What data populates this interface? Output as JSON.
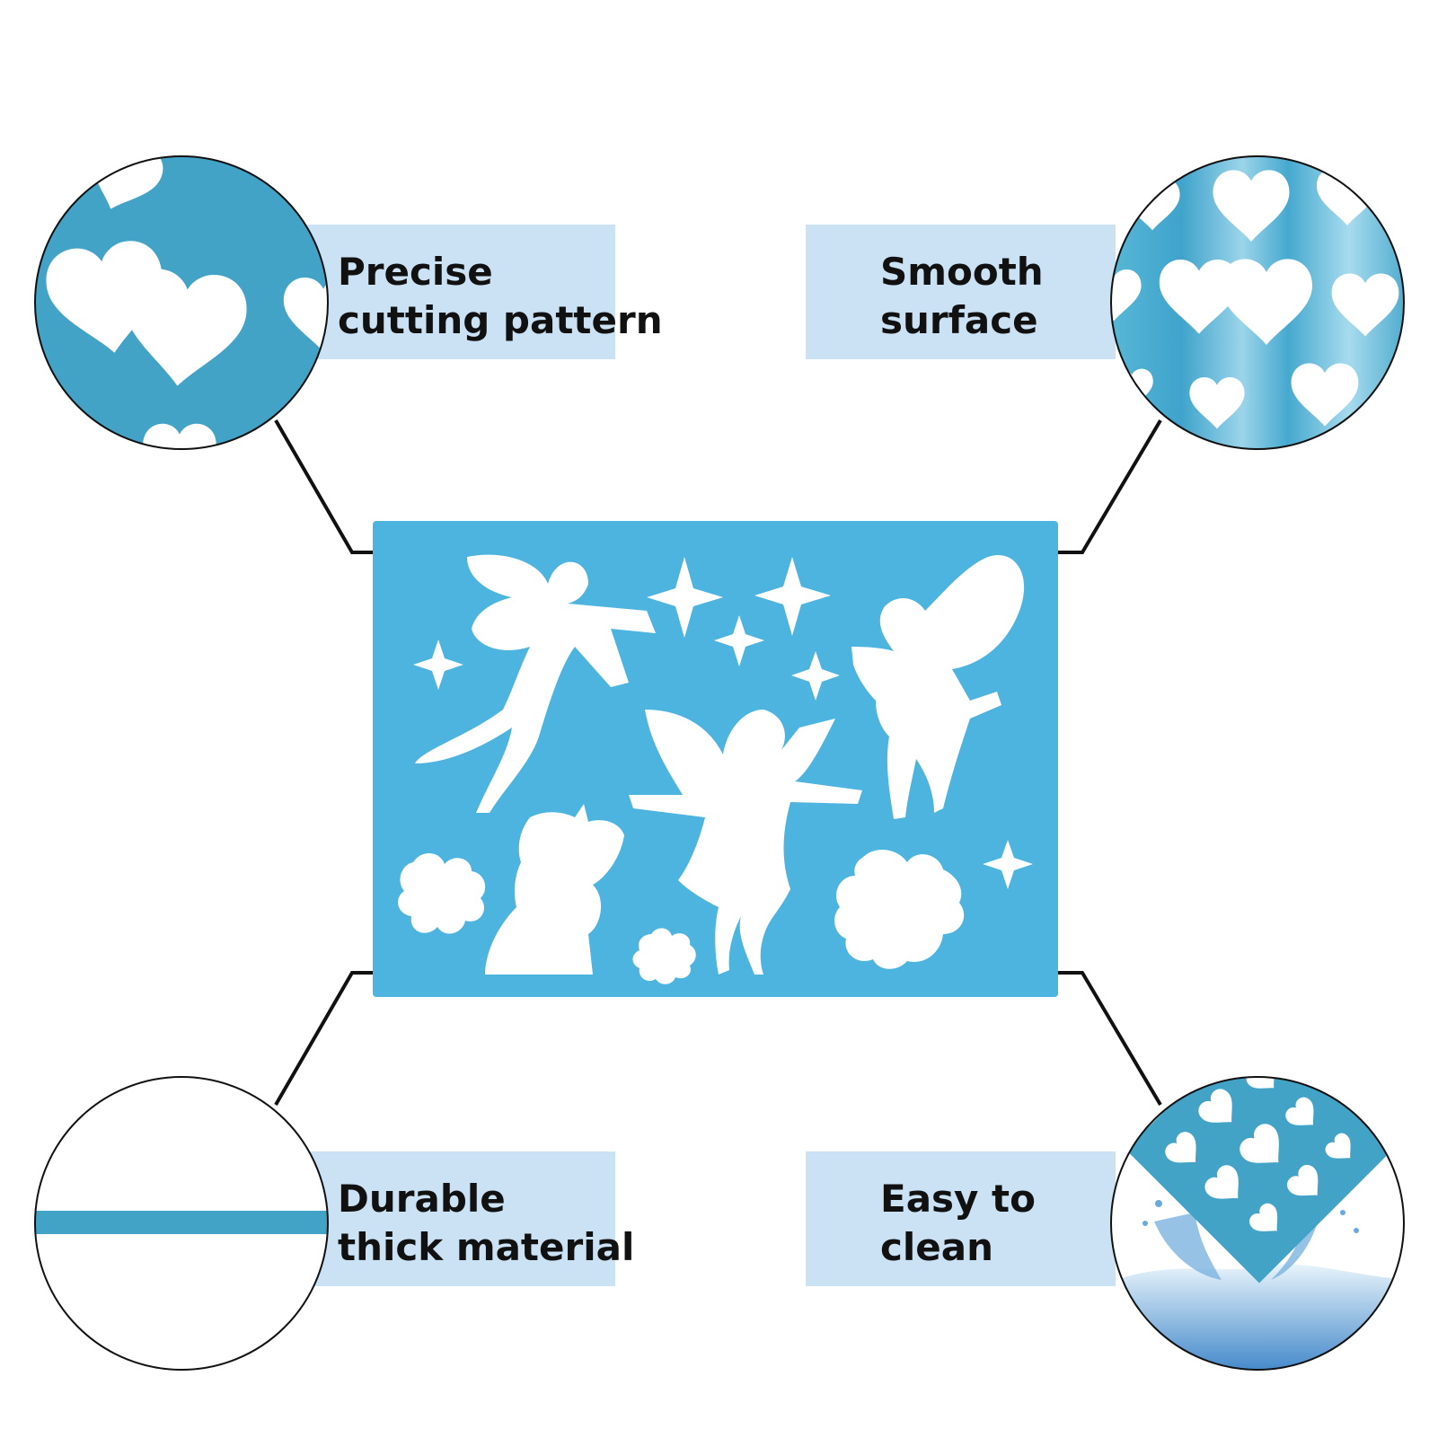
{
  "features": [
    {
      "id": "precise",
      "line1": "Precise",
      "line2": "cutting pattern",
      "icon": "hearts-closeup-icon"
    },
    {
      "id": "smooth",
      "line1": "Smooth",
      "line2": "surface",
      "icon": "shiny-hearts-icon"
    },
    {
      "id": "durable",
      "line1": "Durable",
      "line2": "thick material",
      "icon": "thickness-bar-icon"
    },
    {
      "id": "clean",
      "line1": "Easy to",
      "line2": "clean",
      "icon": "water-splash-icon"
    }
  ],
  "stencil": {
    "subject": "fairy stencil",
    "icons": [
      "fairy-silhouette-icon",
      "star-icon",
      "flower-icon",
      "butterfly-icon"
    ]
  },
  "colors": {
    "stencil_blue": "#4db3df",
    "circle_blue": "#43a3c7",
    "label_bg": "#cbe1f4",
    "text": "#111111",
    "connector": "#111111"
  }
}
